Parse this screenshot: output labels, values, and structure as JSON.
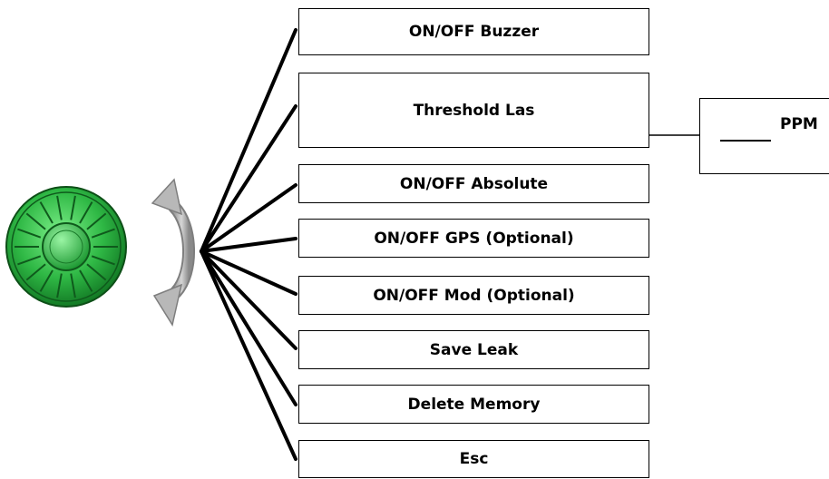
{
  "menu": {
    "items": [
      {
        "label": "ON/OFF Buzzer"
      },
      {
        "label": "Threshold Las"
      },
      {
        "label": "ON/OFF Absolute"
      },
      {
        "label": "ON/OFF GPS (Optional)"
      },
      {
        "label": "ON/OFF Mod (Optional)"
      },
      {
        "label": "Save Leak"
      },
      {
        "label": "Delete Memory"
      },
      {
        "label": "Esc"
      }
    ]
  },
  "threshold_setting": {
    "unit": "PPM"
  },
  "knob": {
    "icon": "rotary-knob-icon",
    "rotation_icon": "rotate-arrow-icon",
    "color": "#22a83c"
  }
}
